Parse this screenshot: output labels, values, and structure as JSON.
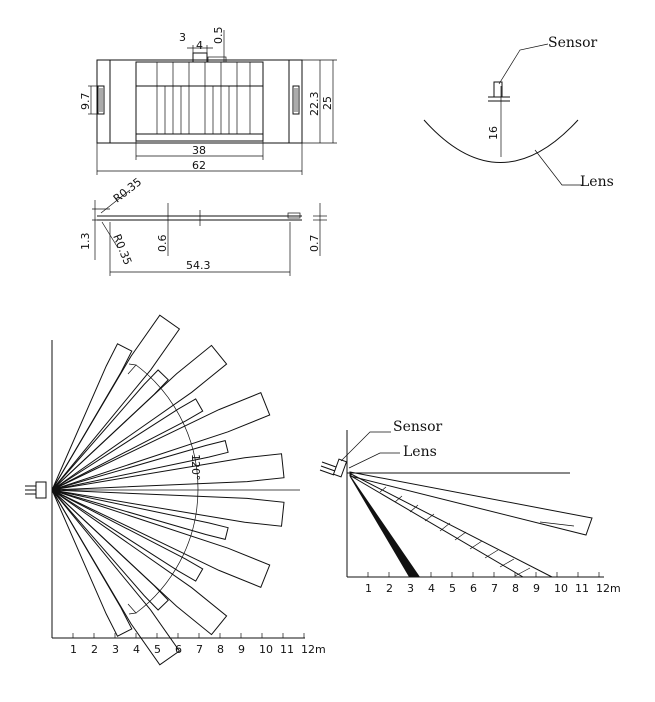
{
  "top_view": {
    "dim_3": "3",
    "dim_4": "4",
    "dim_05": "0.5",
    "dim_97": "9.7",
    "dim_223": "22.3",
    "dim_25": "25",
    "dim_38": "38",
    "dim_62": "62"
  },
  "side_view": {
    "dim_r035_top": "R0.35",
    "dim_r035_bottom": "R0.35",
    "dim_13": "1.3",
    "dim_06": "0.6",
    "dim_07": "0.7",
    "dim_543": "54.3"
  },
  "lens_view": {
    "sensor_label": "Sensor",
    "lens_label": "Lens",
    "dim_16": "16"
  },
  "horizontal_pattern": {
    "angle_label": "120°",
    "x_ticks": [
      "1",
      "2",
      "3",
      "4",
      "5",
      "6",
      "7",
      "8",
      "9",
      "10",
      "11",
      "12m"
    ]
  },
  "vertical_pattern": {
    "sensor_label": "Sensor",
    "lens_label": "Lens",
    "x_ticks": [
      "1",
      "2",
      "3",
      "4",
      "5",
      "6",
      "7",
      "8",
      "9",
      "10",
      "11",
      "12m"
    ]
  }
}
